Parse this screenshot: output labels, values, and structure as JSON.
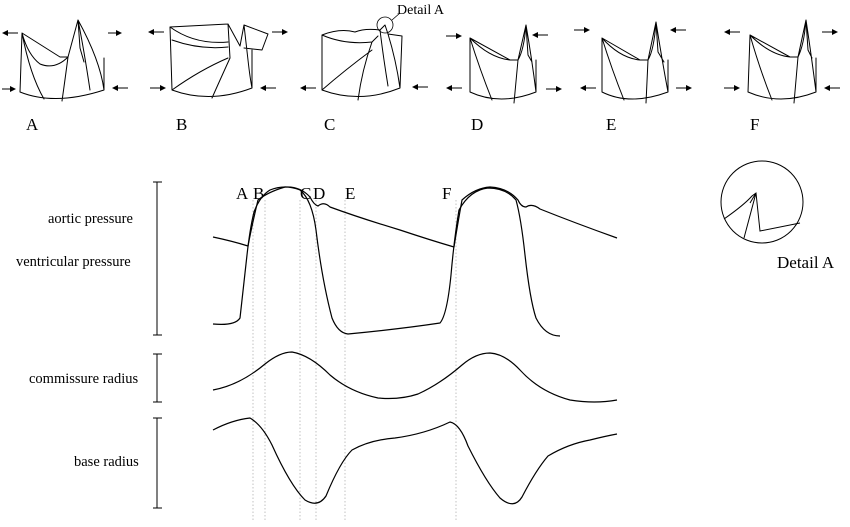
{
  "detail_callout": "Detail A",
  "detail_caption": "Detail A",
  "panels": [
    {
      "id": "A",
      "label": "A"
    },
    {
      "id": "B",
      "label": "B"
    },
    {
      "id": "C",
      "label": "C"
    },
    {
      "id": "D",
      "label": "D"
    },
    {
      "id": "E",
      "label": "E"
    },
    {
      "id": "F",
      "label": "F"
    }
  ],
  "trace_markers": [
    "A",
    "B",
    "C",
    "D",
    "E",
    "F"
  ],
  "trace_labels": {
    "aortic_pressure": "aortic pressure",
    "ventricular_pressure": "ventricular pressure",
    "commissure_radius": "commissure radius",
    "base_radius": "base radius"
  }
}
